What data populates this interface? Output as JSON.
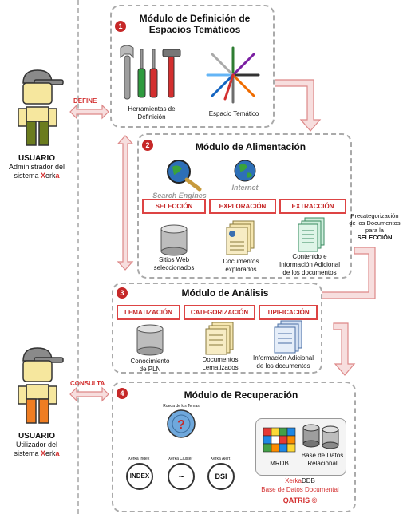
{
  "users": [
    {
      "title": "USUARIO",
      "line1": "Administrador del",
      "line2_prefix": "sistema ",
      "brand_a": "X",
      "brand_b": "erk",
      "brand_c": "a",
      "action": "DEFINE"
    },
    {
      "title": "USUARIO",
      "line1": "Utilizador del",
      "line2_prefix": "sistema ",
      "brand_a": "X",
      "brand_b": "erk",
      "brand_c": "a",
      "action": "CONSULTA"
    }
  ],
  "modules": {
    "m1": {
      "badge": "1",
      "title_line1": "Módulo de Definición de",
      "title_line2": "Espacios Temáticos",
      "tools_label_1": "Herramientas de",
      "tools_label_2": "Definición",
      "space_label": "Espacio Temático"
    },
    "m2": {
      "badge": "2",
      "title": "Módulo de Alimentación",
      "search_label": "Search Engines",
      "internet_label": "Internet",
      "tabs": [
        "SELECCIÓN",
        "EXPLORACIÓN",
        "EXTRACCIÓN"
      ],
      "items": [
        {
          "l1": "Sitios Web",
          "l2": "seleccionados",
          "l3": ""
        },
        {
          "l1": "Documentos",
          "l2": "explorados",
          "l3": ""
        },
        {
          "l1": "Contenido e",
          "l2": "Información Adicional",
          "l3": "de los documentos"
        }
      ]
    },
    "m3": {
      "badge": "3",
      "title": "Módulo de Análisis",
      "tabs": [
        "LEMATIZACIÓN",
        "CATEGORIZACIÓN",
        "TIPIFICACIÓN"
      ],
      "items": [
        {
          "l1": "Conocimiento",
          "l2": "de PLN"
        },
        {
          "l1": "Documentos",
          "l2": "Lematizados"
        },
        {
          "l1": "Información Adicional",
          "l2": "de los documentos"
        }
      ]
    },
    "m4": {
      "badge": "4",
      "title": "Módulo de Recuperación",
      "rueda_label": "Rueda de los Temas",
      "tools": [
        {
          "caption": "Xerka Index",
          "label": "INDEX"
        },
        {
          "caption": "Xerka Cluster",
          "label": "~"
        },
        {
          "caption": "Xerka Alert",
          "label": "DSI"
        }
      ],
      "mrdb": "MRDB",
      "bd_rel_1": "Base de Datos",
      "bd_rel_2": "Relacional",
      "xerkaddb_red": "Xerka",
      "xerkaddb_rest": "DDB",
      "bd_doc": "Base de Datos Documental",
      "qatris": "QATRIS ©"
    }
  },
  "precat": {
    "l1": "Precategorización",
    "l2": "de los Documentos",
    "l3": "para la",
    "l4": "SELECCIÓN"
  },
  "colors": {
    "accent": "#d32f2f",
    "arrow": "#e6a3a3",
    "dash": "#aaaaaa"
  }
}
